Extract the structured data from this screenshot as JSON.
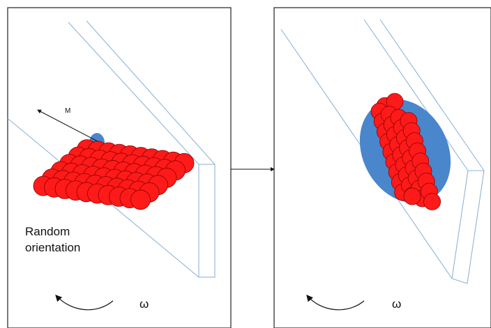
{
  "panels": [
    {
      "id": "left",
      "caption": [
        "Random",
        "orientation"
      ],
      "moment_label": "M",
      "rotation_symbol": "ω"
    },
    {
      "id": "right",
      "rotation_symbol": "ω"
    }
  ],
  "colors": {
    "panel_border": "#222222",
    "plate_outline": "#8fb4d6",
    "sphere_fill": "#ff1a1a",
    "sphere_stroke": "#8a0000",
    "ellipse_fill": "#4a86cc",
    "arrow": "#111111"
  }
}
